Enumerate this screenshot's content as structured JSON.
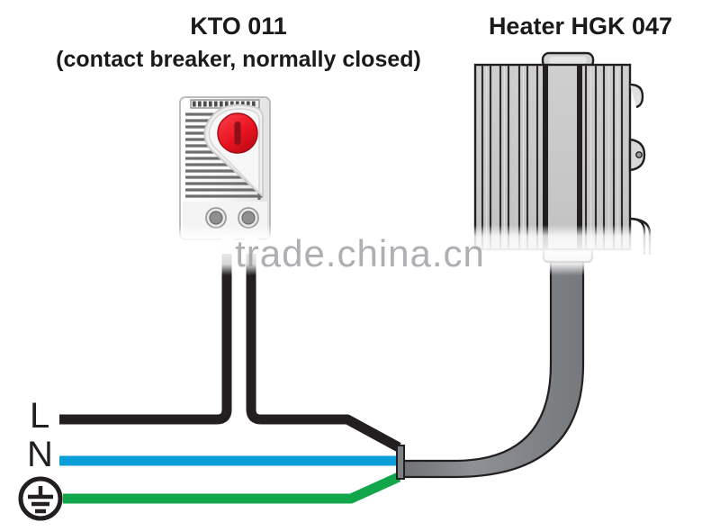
{
  "diagram": {
    "type": "wiring-diagram",
    "titles": {
      "thermostat": "KTO 011",
      "thermostat_note": "(contact breaker, normally closed)",
      "heater": "Heater HGK 047"
    },
    "terminals": [
      {
        "id": "L",
        "label": "L",
        "wire_color": "#231f20",
        "description": "line conductor"
      },
      {
        "id": "N",
        "label": "N",
        "wire_color": "#0b9dd8",
        "description": "neutral conductor"
      },
      {
        "id": "PE",
        "label": "",
        "wire_color": "#12a64a",
        "icon": "earth-ground-icon",
        "description": "protective earth"
      }
    ],
    "components": {
      "thermostat": {
        "name": "KTO 011",
        "knob_color": "#e8121f",
        "body_color": "#f2f2f2",
        "fin_color": "#6e6e6e",
        "terminal_count": 2
      },
      "heater": {
        "name": "HGK 047",
        "body_color": "#c9c9c9",
        "fin_color": "#231f20",
        "clip_count": 3
      },
      "cable": {
        "color": "#808285",
        "outline": "#231f20",
        "gland_color": "#d9d9d9"
      }
    },
    "watermark": "trade.china.cn"
  }
}
